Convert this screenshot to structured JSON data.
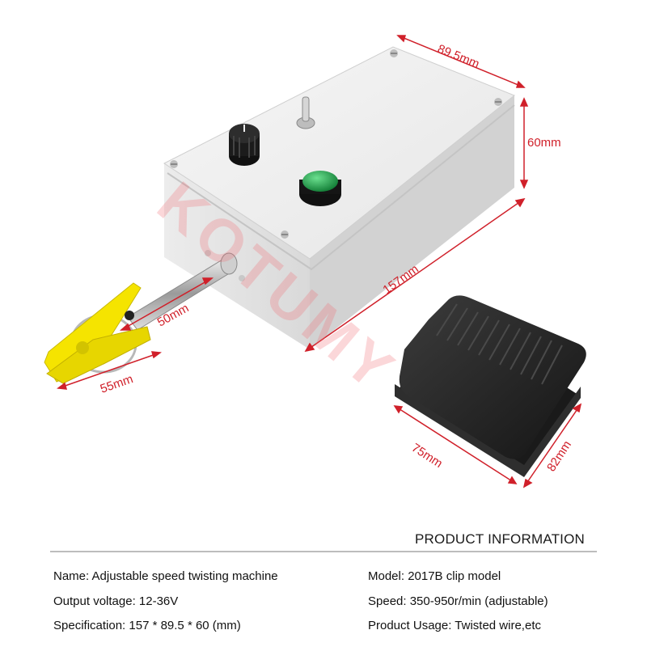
{
  "dimensions": {
    "box_width": "89.5mm",
    "box_height": "60mm",
    "box_length": "157mm",
    "clip_length": "50mm",
    "clip_width": "55mm",
    "pedal_length": "75mm",
    "pedal_width": "82mm"
  },
  "watermark": "KOTUMY",
  "product_info": {
    "title": "PRODUCT INFORMATION",
    "left": [
      "Name: Adjustable speed twisting machine",
      "Output voltage: 12-36V",
      "Specification: 157 * 89.5 * 60 (mm)"
    ],
    "right": [
      "Model: 2017B clip model",
      "Speed: 350-950r/min (adjustable)",
      "Product Usage: Twisted wire,etc"
    ]
  },
  "colors": {
    "dimension": "#d0202a",
    "button": "#1fa24a",
    "clip": "#f5e400",
    "pedal": "#2b2b2b"
  }
}
